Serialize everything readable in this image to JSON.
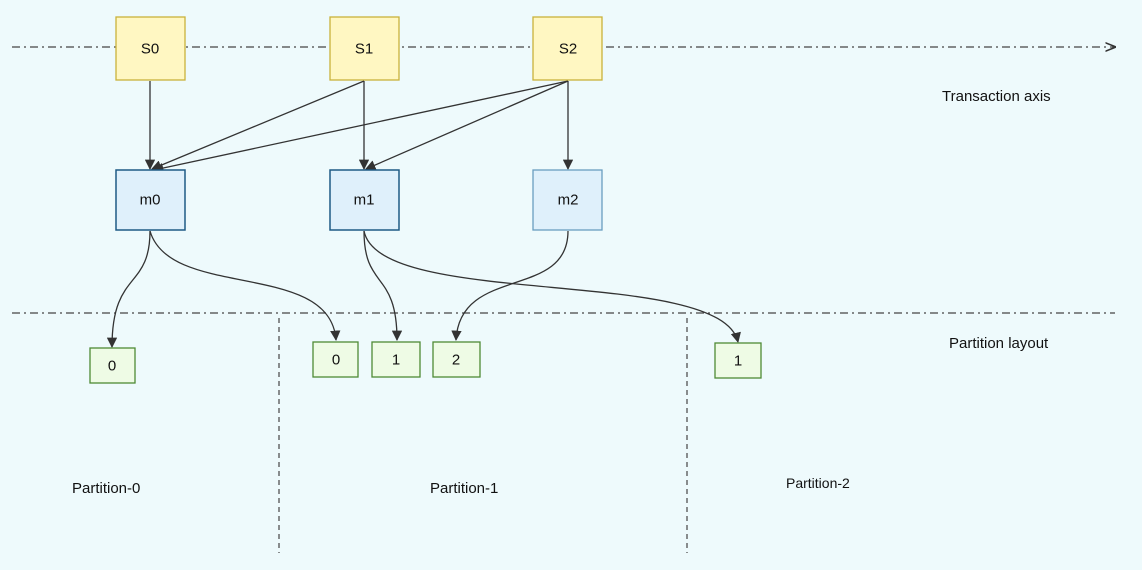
{
  "axes": {
    "transaction_axis_label": "Transaction axis",
    "partition_layout_label": "Partition layout"
  },
  "source_nodes": [
    {
      "id": "s0",
      "label": "S0"
    },
    {
      "id": "s1",
      "label": "S1"
    },
    {
      "id": "s2",
      "label": "S2"
    }
  ],
  "message_nodes": [
    {
      "id": "m0",
      "label": "m0"
    },
    {
      "id": "m1",
      "label": "m1"
    },
    {
      "id": "m2",
      "label": "m2"
    }
  ],
  "offset_nodes": [
    {
      "id": "p0-0",
      "label": "0"
    },
    {
      "id": "p1-0",
      "label": "0"
    },
    {
      "id": "p1-1",
      "label": "1"
    },
    {
      "id": "p1-2",
      "label": "2"
    },
    {
      "id": "p2-1",
      "label": "1"
    }
  ],
  "partitions": [
    {
      "label": "Partition-0"
    },
    {
      "label": "Partition-1"
    },
    {
      "label": "Partition-2"
    }
  ],
  "edges": [
    {
      "from": "S0",
      "to": "m0"
    },
    {
      "from": "S1",
      "to": "m0"
    },
    {
      "from": "S1",
      "to": "m1"
    },
    {
      "from": "S2",
      "to": "m0"
    },
    {
      "from": "S2",
      "to": "m1"
    },
    {
      "from": "S2",
      "to": "m2"
    },
    {
      "from": "m0",
      "to": "Partition-0 offset 0"
    },
    {
      "from": "m0",
      "to": "Partition-1 offset 0"
    },
    {
      "from": "m1",
      "to": "Partition-1 offset 1"
    },
    {
      "from": "m1",
      "to": "Partition-2 offset 1"
    },
    {
      "from": "m2",
      "to": "Partition-1 offset 2"
    }
  ],
  "colors": {
    "background": "#eefafc",
    "source_fill": "#fff7c2",
    "source_stroke": "#c9b23a",
    "message_fill": "#dff0fb",
    "message_stroke": "#1e5a85",
    "offset_fill": "#eefbe5",
    "offset_stroke": "#4e8a35",
    "line": "#333333"
  }
}
